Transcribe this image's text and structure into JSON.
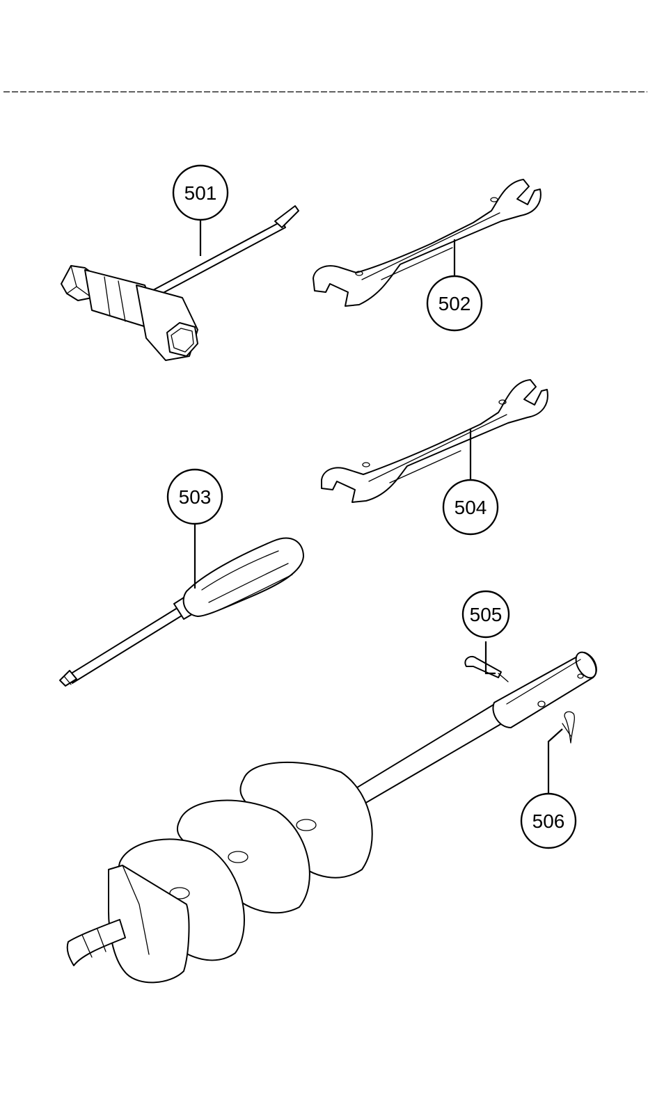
{
  "callouts": [
    {
      "id": "501",
      "label": "501",
      "part": "spark-plug-wrench"
    },
    {
      "id": "502",
      "label": "502",
      "part": "open-end-wrench"
    },
    {
      "id": "503",
      "label": "503",
      "part": "screwdriver"
    },
    {
      "id": "504",
      "label": "504",
      "part": "open-end-wrench-small"
    },
    {
      "id": "505",
      "label": "505",
      "part": "pin"
    },
    {
      "id": "506",
      "label": "506",
      "part": "hair-pin-clip"
    }
  ],
  "colors": {
    "line": "#000000",
    "background": "#ffffff"
  }
}
